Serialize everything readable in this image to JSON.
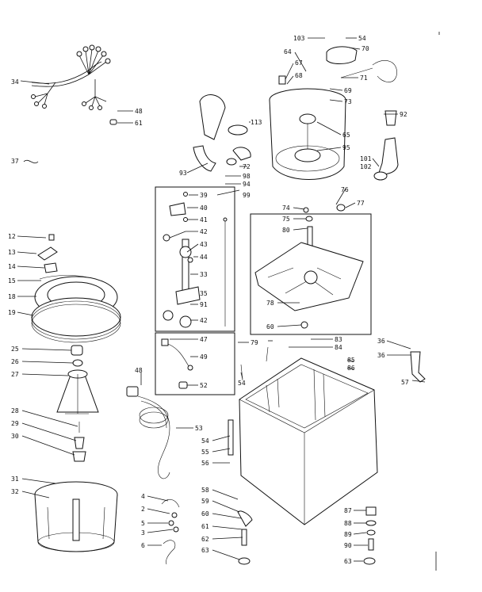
{
  "diagram": {
    "callouts": [
      {
        "id": "c34",
        "text": "34"
      },
      {
        "id": "c48a",
        "text": "48"
      },
      {
        "id": "c61",
        "text": "61"
      },
      {
        "id": "c37",
        "text": "37"
      },
      {
        "id": "c12",
        "text": "12"
      },
      {
        "id": "c13",
        "text": "13"
      },
      {
        "id": "c14",
        "text": "14"
      },
      {
        "id": "c15",
        "text": "15"
      },
      {
        "id": "c18",
        "text": "18"
      },
      {
        "id": "c19",
        "text": "19"
      },
      {
        "id": "c25",
        "text": "25"
      },
      {
        "id": "c26",
        "text": "26"
      },
      {
        "id": "c27",
        "text": "27"
      },
      {
        "id": "c28",
        "text": "28"
      },
      {
        "id": "c29",
        "text": "29"
      },
      {
        "id": "c30",
        "text": "30"
      },
      {
        "id": "c31",
        "text": "31"
      },
      {
        "id": "c32",
        "text": "32"
      },
      {
        "id": "c103",
        "text": "103"
      },
      {
        "id": "c54a",
        "text": "54"
      },
      {
        "id": "c70",
        "text": "70"
      },
      {
        "id": "c64",
        "text": "64"
      },
      {
        "id": "c67",
        "text": "67"
      },
      {
        "id": "c68",
        "text": "68"
      },
      {
        "id": "c71",
        "text": "71"
      },
      {
        "id": "c69",
        "text": "69"
      },
      {
        "id": "c73",
        "text": "73"
      },
      {
        "id": "c92",
        "text": "92"
      },
      {
        "id": "c113",
        "text": "113"
      },
      {
        "id": "c65",
        "text": "65"
      },
      {
        "id": "c95",
        "text": "95"
      },
      {
        "id": "c101",
        "text": "101"
      },
      {
        "id": "c102",
        "text": "102"
      },
      {
        "id": "c72",
        "text": "72"
      },
      {
        "id": "c98",
        "text": "98"
      },
      {
        "id": "c93",
        "text": "93"
      },
      {
        "id": "c94",
        "text": "94"
      },
      {
        "id": "c99",
        "text": "99"
      },
      {
        "id": "c39",
        "text": "39"
      },
      {
        "id": "c40",
        "text": "40"
      },
      {
        "id": "c41",
        "text": "41"
      },
      {
        "id": "c42a",
        "text": "42"
      },
      {
        "id": "c43",
        "text": "43"
      },
      {
        "id": "c44",
        "text": "44"
      },
      {
        "id": "c33",
        "text": "33"
      },
      {
        "id": "c35",
        "text": "35"
      },
      {
        "id": "c91",
        "text": "91"
      },
      {
        "id": "c42b",
        "text": "42"
      },
      {
        "id": "c47",
        "text": "47"
      },
      {
        "id": "c49",
        "text": "49"
      },
      {
        "id": "c52",
        "text": "52"
      },
      {
        "id": "c76",
        "text": "76"
      },
      {
        "id": "c77",
        "text": "77"
      },
      {
        "id": "c74",
        "text": "74"
      },
      {
        "id": "c75",
        "text": "75"
      },
      {
        "id": "c80",
        "text": "80"
      },
      {
        "id": "c78",
        "text": "78"
      },
      {
        "id": "c60a",
        "text": "60"
      },
      {
        "id": "c83",
        "text": "83"
      },
      {
        "id": "c84",
        "text": "84"
      },
      {
        "id": "c79",
        "text": "79"
      },
      {
        "id": "c85",
        "text": "85"
      },
      {
        "id": "c86",
        "text": "86"
      },
      {
        "id": "c36a",
        "text": "36"
      },
      {
        "id": "c36b",
        "text": "36"
      },
      {
        "id": "c57",
        "text": "57"
      },
      {
        "id": "c54b",
        "text": "54"
      },
      {
        "id": "c48b",
        "text": "48"
      },
      {
        "id": "c53",
        "text": "53"
      },
      {
        "id": "c54c",
        "text": "54"
      },
      {
        "id": "c55",
        "text": "55"
      },
      {
        "id": "c56",
        "text": "56"
      },
      {
        "id": "c58",
        "text": "58"
      },
      {
        "id": "c59",
        "text": "59"
      },
      {
        "id": "c60b",
        "text": "60"
      },
      {
        "id": "c61b",
        "text": "61"
      },
      {
        "id": "c62",
        "text": "62"
      },
      {
        "id": "c63",
        "text": "63"
      },
      {
        "id": "c4",
        "text": "4"
      },
      {
        "id": "c2",
        "text": "2"
      },
      {
        "id": "c5",
        "text": "5"
      },
      {
        "id": "c3",
        "text": "3"
      },
      {
        "id": "c6",
        "text": "6"
      },
      {
        "id": "c87",
        "text": "87"
      },
      {
        "id": "c88",
        "text": "88"
      },
      {
        "id": "c89",
        "text": "89"
      },
      {
        "id": "c90",
        "text": "90"
      },
      {
        "id": "c63b",
        "text": "63"
      }
    ]
  }
}
